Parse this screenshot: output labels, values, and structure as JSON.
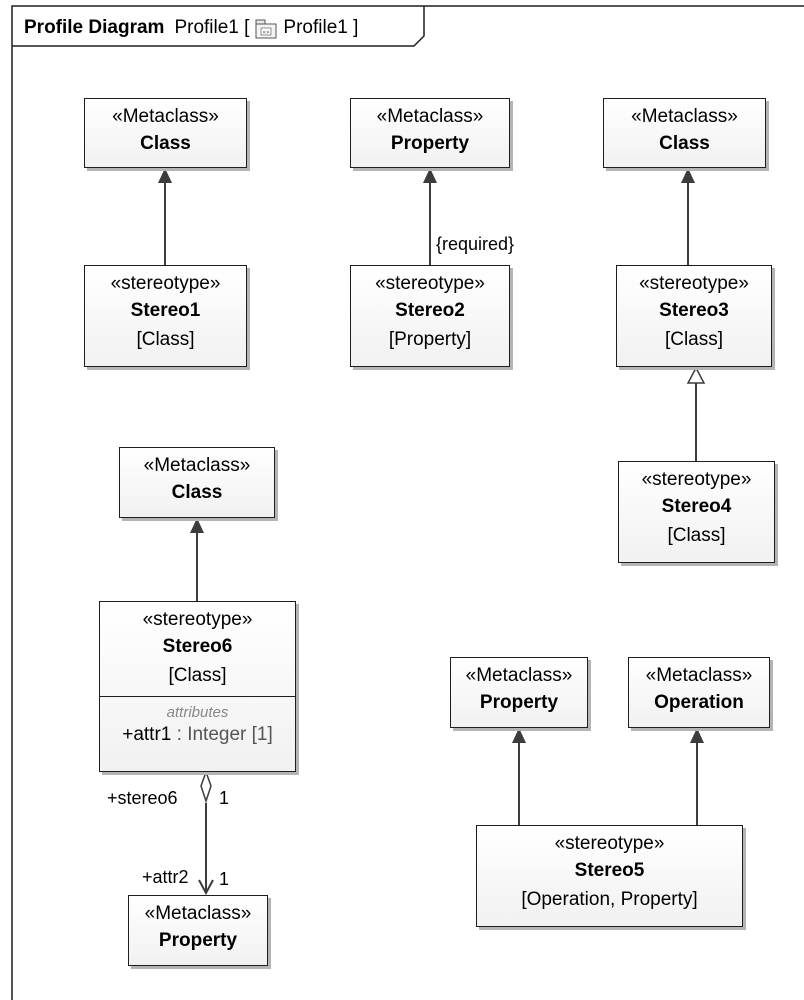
{
  "header": {
    "kind": "Profile Diagram",
    "name": "Profile1 [",
    "package_icon": "profile-package-icon",
    "package_name": "Profile1 ]"
  },
  "elements": {
    "mc_class_1": {
      "stereotype": "«Metaclass»",
      "name": "Class"
    },
    "mc_property_1": {
      "stereotype": "«Metaclass»",
      "name": "Property"
    },
    "mc_class_2": {
      "stereotype": "«Metaclass»",
      "name": "Class"
    },
    "stereo1": {
      "stereotype": "«stereotype»",
      "name": "Stereo1",
      "metaclass": "[Class]"
    },
    "stereo2": {
      "stereotype": "«stereotype»",
      "name": "Stereo2",
      "metaclass": "[Property]"
    },
    "stereo3": {
      "stereotype": "«stereotype»",
      "name": "Stereo3",
      "metaclass": "[Class]"
    },
    "stereo4": {
      "stereotype": "«stereotype»",
      "name": "Stereo4",
      "metaclass": "[Class]"
    },
    "mc_class_3": {
      "stereotype": "«Metaclass»",
      "name": "Class"
    },
    "stereo6": {
      "stereotype": "«stereotype»",
      "name": "Stereo6",
      "metaclass": "[Class]",
      "compartment_title": "attributes",
      "attr_name": "+attr1",
      "attr_type": " : Integer [1]"
    },
    "mc_property_2": {
      "stereotype": "«Metaclass»",
      "name": "Property"
    },
    "mc_property_3": {
      "stereotype": "«Metaclass»",
      "name": "Property"
    },
    "mc_operation": {
      "stereotype": "«Metaclass»",
      "name": "Operation"
    },
    "stereo5": {
      "stereotype": "«stereotype»",
      "name": "Stereo5",
      "metaclass": "[Operation, Property]"
    }
  },
  "labels": {
    "required": "{required}",
    "stereo6_end": "+stereo6",
    "stereo6_mult": "1",
    "attr2_end": "+attr2",
    "attr2_mult": "1"
  },
  "colors": {
    "line": "#3c3c3c",
    "border": "#1e1e1e",
    "shadow": "#b4b4b4"
  }
}
